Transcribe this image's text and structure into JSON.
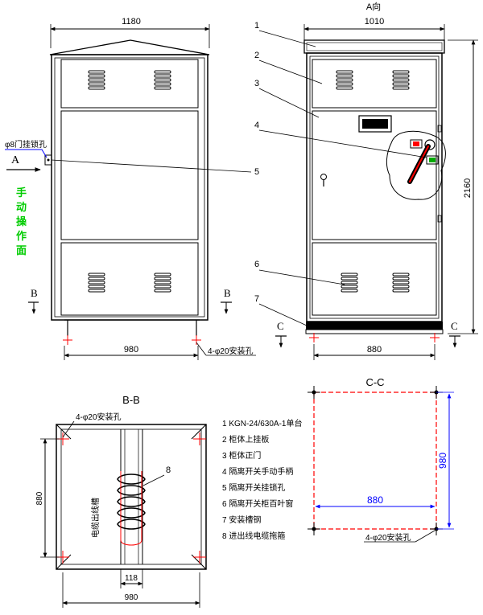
{
  "front_view": {
    "width_dim": "1180",
    "base_dim": "980",
    "lock_hole_label": "φ8门挂锁孔",
    "view_arrow_letter": "A",
    "manual_operation_side": [
      "手",
      "动",
      "操",
      "作",
      "面"
    ],
    "section_marker_left": "B",
    "section_marker_right": "B"
  },
  "side_view": {
    "title": "A向",
    "width_dim": "1010",
    "height_dim": "2160",
    "base_dim": "880",
    "section_marker_left": "C",
    "section_marker_right": "C",
    "callouts": [
      "1",
      "2",
      "3",
      "4",
      "5",
      "6",
      "7"
    ]
  },
  "mounting_holes_label": "4-φ20安装孔",
  "bb_section": {
    "title": "B-B",
    "holes_label": "4-φ20安装孔",
    "depth_dim": "880",
    "channel_dim": "118",
    "width_dim": "980",
    "cable_outlet_label": "电缆出线槽",
    "callout": "8"
  },
  "cc_section": {
    "title": "C-C",
    "width_dim": "880",
    "depth_dim": "980",
    "holes_label": "4-φ20安装孔"
  },
  "legend": [
    "1 KGN-24/630A-1单台",
    "2 柜体上挂板",
    "3 柜体正门",
    "4 隔离开关手动手柄",
    "5 隔离开关挂锁孔",
    "6 隔离开关柜百叶窗",
    "7 安装槽钢",
    "8 进出线电缆拖箍"
  ],
  "colors": {
    "line": "#000000",
    "dimension_blue": "#0000ff",
    "centerline_red": "#ff0000",
    "label_green": "#00cc00",
    "indicator_red": "#ff0000",
    "indicator_green": "#00aa00"
  }
}
